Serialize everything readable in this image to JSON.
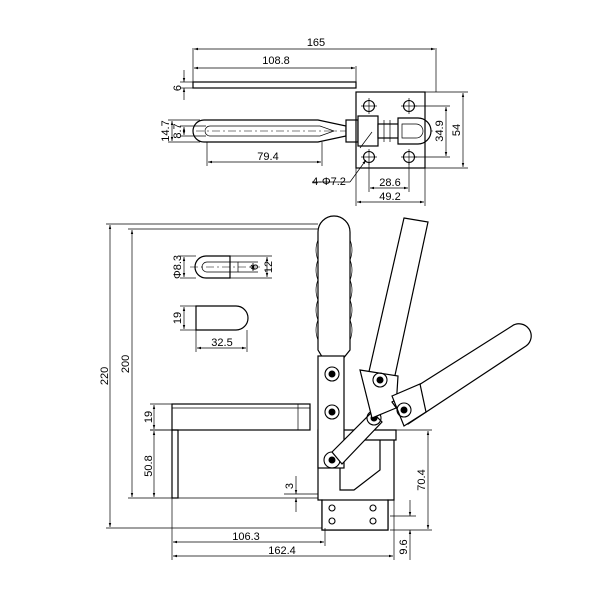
{
  "dimensions": {
    "top_view": {
      "overall_length": "165",
      "spindle_length": "108.8",
      "spindle_offset": "6",
      "spindle_width": "14.7",
      "slot_width": "8.7",
      "slot_length": "79.4",
      "holes": "4-Φ7.2",
      "hole_spacing_x": "28.6",
      "base_width": "49.2",
      "base_height": "54",
      "hole_spacing_y": "34.9"
    },
    "side_view": {
      "overall_height": "220",
      "open_height": "200",
      "arm_height": "19",
      "spindle_height": "50.8",
      "small_gap": "3",
      "arm_reach": "106.3",
      "overall_length": "162.4",
      "base_thickness": "9.6",
      "mount_height": "70.4"
    },
    "detail_views": {
      "hole_dia": "Φ8.3",
      "slot_small": "6",
      "slot_large": "12",
      "tip_height": "19",
      "tip_length": "32.5"
    }
  }
}
